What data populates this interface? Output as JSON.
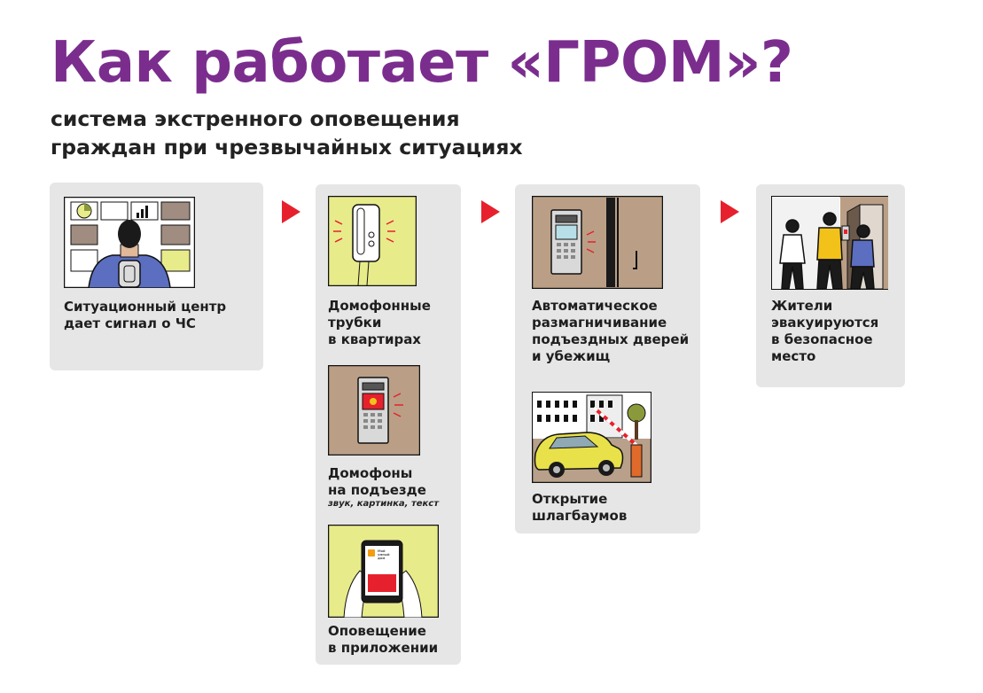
{
  "header": {
    "title": "Как работает «ГРОМ»?",
    "subtitle_line1": "система экстренного оповещения",
    "subtitle_line2": "граждан при чрезвычайных ситуациях"
  },
  "steps": [
    {
      "lines": [
        "Ситуационный центр",
        "дает сигнал о ЧС"
      ],
      "icon": "situation-center"
    },
    {
      "items": [
        {
          "lines": [
            "Домофонные",
            "трубки",
            "в квартирах"
          ],
          "icon": "intercom-handset"
        },
        {
          "lines": [
            "Домофоны",
            "на подъезде"
          ],
          "note": "звук, картинка, текст",
          "icon": "entrance-intercom"
        },
        {
          "lines": [
            "Оповещение",
            "в приложении"
          ],
          "icon": "phone-app",
          "app_name": "Мой умный дом"
        }
      ]
    },
    {
      "items": [
        {
          "lines": [
            "Автоматическое",
            "размагничивание",
            "подъездных дверей",
            "и убежищ"
          ],
          "icon": "door-unlock"
        },
        {
          "lines": [
            "Открытие",
            "шлагбаумов"
          ],
          "icon": "barrier"
        }
      ]
    },
    {
      "lines": [
        "Жители",
        "эвакуируются",
        "в безопасное",
        "место"
      ],
      "icon": "evacuation"
    }
  ],
  "colors": {
    "title": "#7b2d8e",
    "arrow": "#e6212d",
    "card": "#e6e6e6",
    "illustration_yellow": "#e8eb8a",
    "illustration_brown": "#ba9f86"
  }
}
